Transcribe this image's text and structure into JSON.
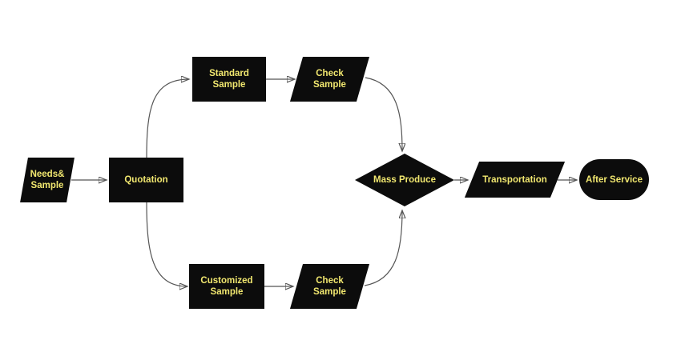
{
  "theme": {
    "bg": "#ffffff",
    "shape_fill": "#0c0c0c",
    "text_color": "#f1e76f",
    "line_color": "#555555",
    "arrow_color": "#111111"
  },
  "diagram": {
    "type": "flowchart",
    "nodes": {
      "needs_sample": {
        "shape": "parallelogram",
        "lines": [
          "Needs&",
          "Sample"
        ]
      },
      "quotation": {
        "shape": "rectangle",
        "lines": [
          "Quotation"
        ]
      },
      "standard_sample": {
        "shape": "rectangle",
        "lines": [
          "Standard",
          "Sample"
        ]
      },
      "check_sample_top": {
        "shape": "parallelogram",
        "lines": [
          "Check",
          "Sample"
        ]
      },
      "customized_sample": {
        "shape": "rectangle",
        "lines": [
          "Customized",
          "Sample"
        ]
      },
      "check_sample_bottom": {
        "shape": "parallelogram",
        "lines": [
          "Check",
          "Sample"
        ]
      },
      "mass_produce": {
        "shape": "diamond",
        "lines": [
          "Mass Produce"
        ]
      },
      "transportation": {
        "shape": "parallelogram",
        "lines": [
          "Transportation"
        ]
      },
      "after_service": {
        "shape": "stadium",
        "lines": [
          "After Service"
        ]
      }
    },
    "edges": [
      {
        "from": "needs_sample",
        "to": "quotation"
      },
      {
        "from": "quotation",
        "to": "standard_sample"
      },
      {
        "from": "standard_sample",
        "to": "check_sample_top"
      },
      {
        "from": "check_sample_top",
        "to": "mass_produce"
      },
      {
        "from": "quotation",
        "to": "customized_sample"
      },
      {
        "from": "customized_sample",
        "to": "check_sample_bottom"
      },
      {
        "from": "check_sample_bottom",
        "to": "mass_produce"
      },
      {
        "from": "mass_produce",
        "to": "transportation"
      },
      {
        "from": "transportation",
        "to": "after_service"
      }
    ]
  }
}
